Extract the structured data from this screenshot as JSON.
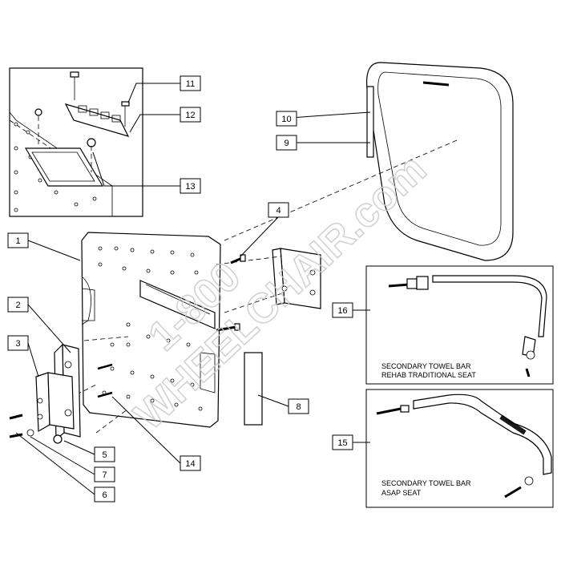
{
  "callouts": {
    "c1": "1",
    "c2": "2",
    "c3": "3",
    "c4": "4",
    "c5": "5",
    "c6": "6",
    "c7": "7",
    "c8": "8",
    "c9": "9",
    "c10": "10",
    "c11": "11",
    "c12": "12",
    "c13": "13",
    "c14": "14",
    "c15": "15",
    "c16": "16"
  },
  "panels": {
    "rehab": {
      "line1": "SECONDARY TOWEL BAR",
      "line2": "REHAB TRADITIONAL SEAT"
    },
    "asap": {
      "line1": "SECONDARY TOWEL BAR",
      "line2": "ASAP SEAT"
    }
  },
  "watermark": {
    "line1": "1-800",
    "line2": "WHEELCHAIR.com"
  }
}
